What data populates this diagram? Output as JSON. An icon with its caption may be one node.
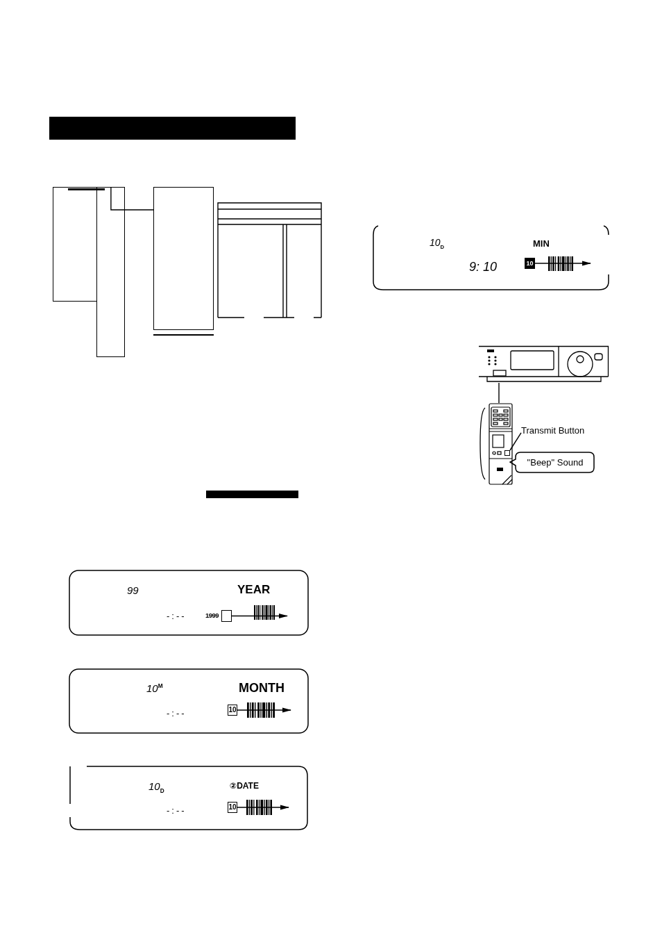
{
  "diagram": {
    "nodes": [
      {
        "text": [],
        "shape": "bar"
      },
      {
        "text": [],
        "shape": "box"
      },
      {
        "text": [],
        "shape": "bar"
      },
      {
        "text": [],
        "shape": "box"
      },
      {
        "text": [],
        "shape": "box"
      },
      {
        "text": [],
        "shape": "box"
      },
      {
        "text": [],
        "shape": "bar"
      },
      {
        "text": [
          "99",
          "YEAR",
          "-:--"
        ]
      },
      {
        "text": [],
        "shape": "box",
        "in": 7,
        "beside": [
          "1999"
        ]
      },
      {
        "text": [
          "10$^{M}$",
          "MONTH",
          "-:--"
        ]
      },
      {
        "text": [
          "10"
        ],
        "in": 9
      },
      {
        "text": [
          "10$_{D}$",
          "②DATE",
          "-:--"
        ]
      },
      {
        "text": [
          "10"
        ],
        "in": 11
      },
      {
        "text": [
          "10$_{D}$",
          "MIN",
          "9: 10"
        ]
      },
      {
        "text": [
          "10"
        ],
        "in": 13
      },
      {
        "text": [],
        "shape": "picture"
      },
      {
        "text": [],
        "shape": "picture"
      },
      {
        "text": [],
        "shape": "box",
        "in": 16
      },
      {
        "text": [
          "Transmit Button"
        ]
      },
      {
        "text": [
          "\"Beep\" Sound"
        ]
      }
    ],
    "edges": [
      {
        "from": 3,
        "to": 4,
        "arrow": "none"
      },
      {
        "from": 8,
        "to": null,
        "arrow": "to"
      },
      {
        "from": 10,
        "to": null,
        "arrow": "to"
      },
      {
        "from": 12,
        "to": null,
        "arrow": "to"
      },
      {
        "from": 14,
        "to": null,
        "arrow": "to"
      },
      {
        "from": 15,
        "to": 16,
        "arrow": "none"
      },
      {
        "from": 18,
        "to": 17,
        "arrow": "none"
      }
    ]
  }
}
